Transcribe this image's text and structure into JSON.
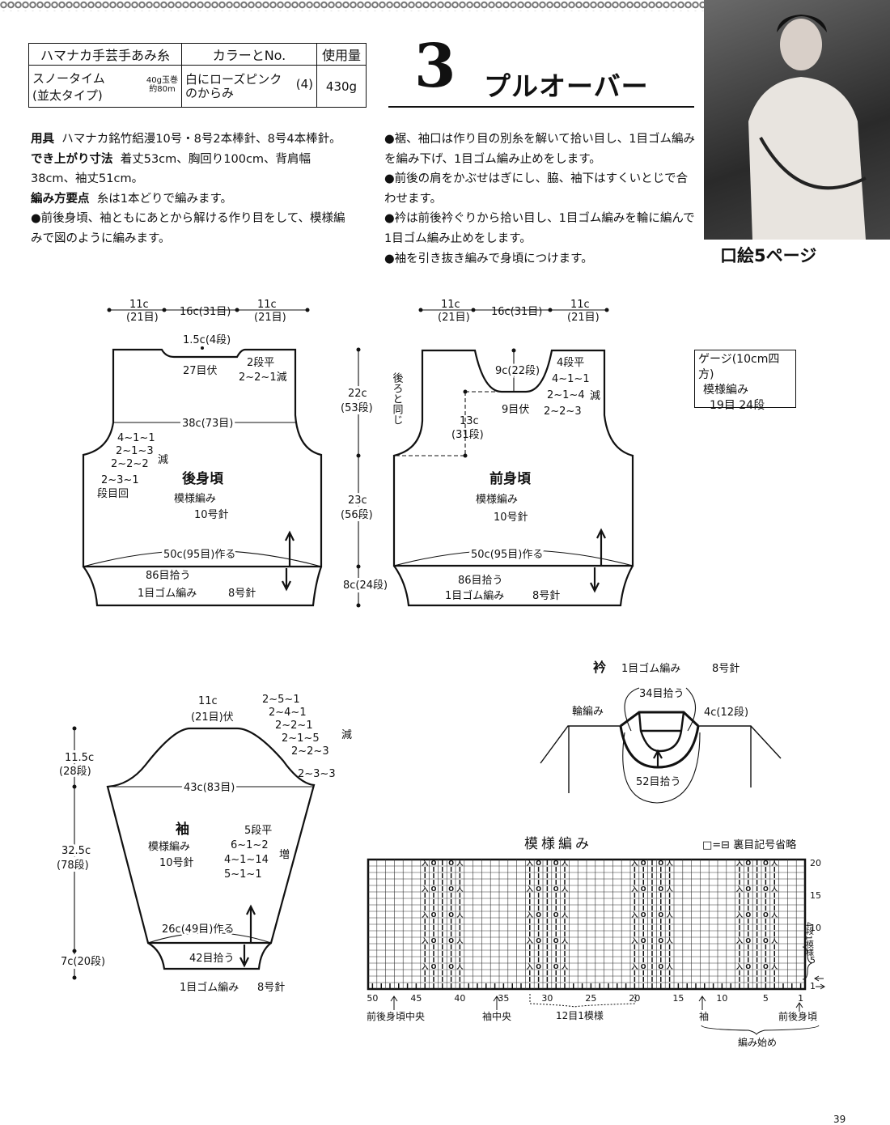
{
  "yarn_table": {
    "headers": [
      "ハマナカ手芸手あみ糸",
      "カラーとNo.",
      "使用量"
    ],
    "yarn_name": "スノータイム",
    "yarn_type": "(並太タイプ)",
    "ball_weight": "40g玉巻",
    "ball_length": "約80m",
    "color": "白にローズピンクのからみ",
    "color_no": "(4)",
    "amount": "430g"
  },
  "heading": {
    "number": "3",
    "title": "プルオーバー"
  },
  "photo_caption": "口絵5ページ",
  "left_text": {
    "tools_label": "用具",
    "tools": "ハマナカ銘竹絽漫10号・8号2本棒針、8号4本棒針。",
    "size_label": "でき上がり寸法",
    "size": "着丈53cm、胸回り100cm、背肩幅38cm、袖丈51cm。",
    "points_label": "編み方要点",
    "points": "糸は1本どりで編みます。",
    "bullet1": "●前後身頃、袖ともにあとから解ける作り目をして、模様編みで図のように編みます。"
  },
  "right_text": [
    "●裾、袖口は作り目の別糸を解いて拾い目し、1目ゴム編みを編み下げ、1目ゴム編み止めをします。",
    "●前後の肩をかぶせはぎにし、脇、袖下はすくいとじで合わせます。",
    "●衿は前後衿ぐりから拾い目し、1目ゴム編みを輪に編んで1目ゴム編み止めをします。",
    "●袖を引き抜き編みで身頃につけます。"
  ],
  "back": {
    "top_left": "11c",
    "top_left_st": "(21目)",
    "top_mid": "16c(31目)",
    "top_right": "11c",
    "top_right_st": "(21目)",
    "neck_depth": "1.5c(4段)",
    "neck_bind": "27目伏",
    "neck_flat": "2段平",
    "neck_dec": "2~2~1減",
    "width": "38c(73目)",
    "arm1": "4~1~1",
    "arm2": "2~1~3",
    "arm3": "2~2~2",
    "arm4": "2~3~1",
    "arm_legend": "段目回",
    "arm_dec": "減",
    "name": "後身頃",
    "stitch": "模様編み",
    "needle": "10号針",
    "cast_on": "50c(95目)作る",
    "pickup": "86目拾う",
    "rib": "1目ゴム編み",
    "rib_needle": "8号針",
    "h1": "22c",
    "h1_rows": "(53段)",
    "h2": "23c",
    "h2_rows": "(56段)",
    "h3": "8c(24段)"
  },
  "front": {
    "top_left": "11c",
    "top_left_st": "(21目)",
    "top_mid": "16c(31目)",
    "top_right": "11c",
    "top_right_st": "(21目)",
    "same_as_back": "後ろと同じ",
    "neck_depth": "9c(22段)",
    "neck_bind": "9目伏",
    "n1": "4段平",
    "n2": "4~1~1",
    "n3": "2~1~4",
    "n4": "2~2~3",
    "neck_dec": "減",
    "arm_h": "13c",
    "arm_rows": "(31段)",
    "name": "前身頃",
    "stitch": "模様編み",
    "needle": "10号針",
    "cast_on": "50c(95目)作る",
    "pickup": "86目拾う",
    "rib": "1目ゴム編み",
    "rib_needle": "8号針"
  },
  "gauge": {
    "title": "ゲージ(10cm四方)",
    "stitch": "模様編み",
    "count": "19目 24段"
  },
  "sleeve": {
    "top": "11c",
    "top_st": "(21目)伏",
    "c1": "2~5~1",
    "c2": "2~4~1",
    "c3": "2~2~1",
    "c4": "2~1~5",
    "c5": "2~2~3",
    "c6": "2~3~3",
    "cap_dec": "減",
    "width": "43c(83目)",
    "name": "袖",
    "stitch": "模様編み",
    "needle": "10号針",
    "i1": "5段平",
    "i2": "6~1~2",
    "i3": "4~1~14",
    "i4": "5~1~1",
    "inc": "増",
    "cast_on": "26c(49目)作る",
    "pickup": "42目拾う",
    "rib": "1目ゴム編み",
    "rib_needle": "8号針",
    "h1": "11.5c",
    "h1_rows": "(28段)",
    "h2": "32.5c",
    "h2_rows": "(78段)",
    "h3": "7c(20段)"
  },
  "collar": {
    "title": "衿",
    "rib": "1目ゴム編み",
    "needle": "8号針",
    "pick_back": "34目拾う",
    "round": "輪編み",
    "height": "4c(12段)",
    "pick_front": "52目拾う"
  },
  "pattern_chart": {
    "title": "模様編み",
    "legend": "□=⊟ 裏目記号省略",
    "columns": 50,
    "rows": 20,
    "lace_rows": [
      4,
      8,
      12,
      16,
      20
    ],
    "motif_columns": [
      [
        44,
        43,
        42,
        41,
        40
      ],
      [
        32,
        31,
        30,
        29,
        28
      ],
      [
        20,
        19,
        18,
        17,
        16
      ],
      [
        8,
        7,
        6,
        5,
        4
      ]
    ],
    "motif_symbols": [
      "入",
      "O",
      "I",
      "O",
      "人"
    ],
    "col_labels": [
      "50",
      "45",
      "40",
      "35",
      "30",
      "25",
      "20",
      "15",
      "10",
      "5",
      "1"
    ],
    "row_labels": [
      "20",
      "15",
      "10",
      "5",
      "1"
    ],
    "repeat_rows": "4段1模様",
    "repeat_sts": "12目1模様",
    "front_back_center": "前後身頃中央",
    "sleeve_center": "袖中央",
    "sleeve": "袖",
    "front_back": "前後身頃",
    "start": "編み始め"
  },
  "page_number": "39"
}
